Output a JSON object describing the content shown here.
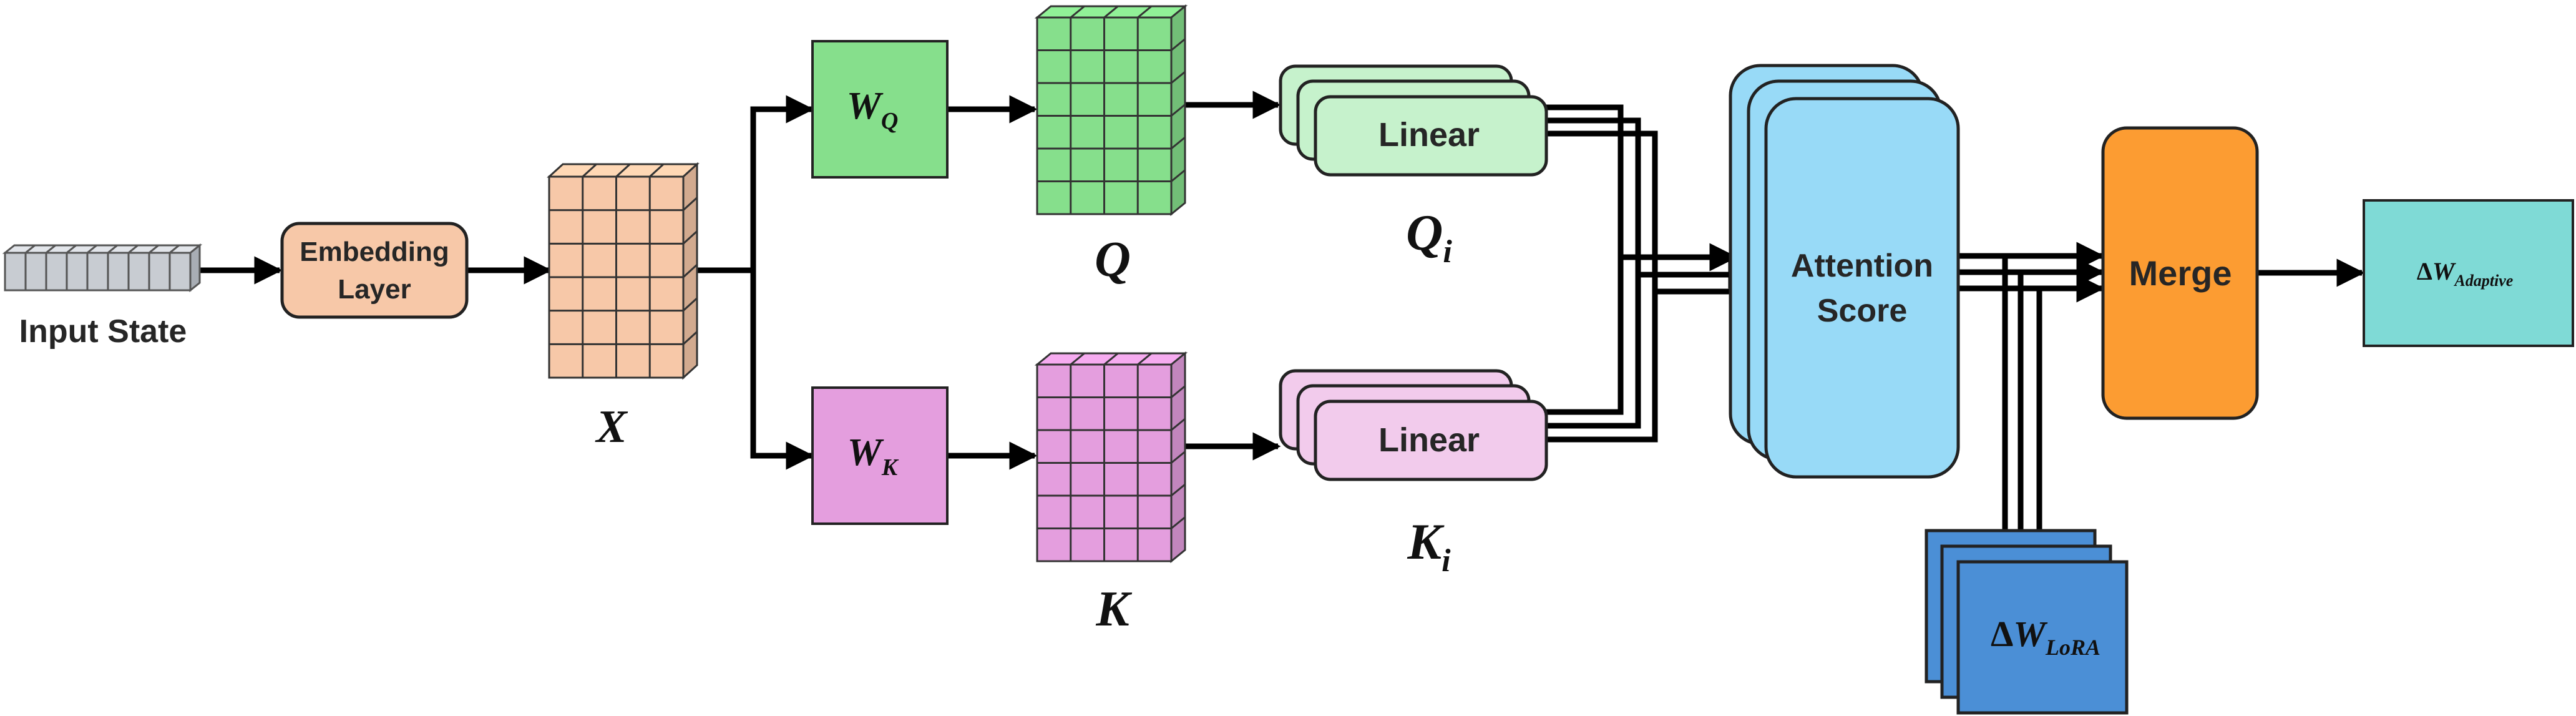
{
  "input": {
    "label": "Input State"
  },
  "embedding": {
    "line1": "Embedding",
    "line2": "Layer"
  },
  "x_matrix": {
    "label": "X"
  },
  "wq": {
    "base": "W",
    "sub": "Q"
  },
  "wk": {
    "base": "W",
    "sub": "K"
  },
  "q_matrix": {
    "label": "Q"
  },
  "k_matrix": {
    "label": "K"
  },
  "linear_q": {
    "label": "Linear"
  },
  "linear_k": {
    "label": "Linear"
  },
  "qi": {
    "base": "Q",
    "sub": "i"
  },
  "ki": {
    "base": "K",
    "sub": "i"
  },
  "attention": {
    "line1": "Attention",
    "line2": "Score"
  },
  "lora": {
    "prefix": "Δ",
    "base": "W",
    "sub": "LoRA"
  },
  "merge": {
    "label": "Merge"
  },
  "adaptive": {
    "prefix": "Δ",
    "base": "W",
    "sub": "Adaptive"
  },
  "colors": {
    "input": "#c8ccd2",
    "embedding": "#f7c8a8",
    "x": "#f7c8a8",
    "wq": "#86df8c",
    "q": "#86df8c",
    "wk": "#e49ede",
    "k": "#e49ede",
    "linear_q": "#c6f2cc",
    "linear_k": "#f2cbec",
    "attention": "#98daf7",
    "lora": "#4b8fd6",
    "merge": "#fc9c32",
    "adaptive": "#7fdad6"
  }
}
